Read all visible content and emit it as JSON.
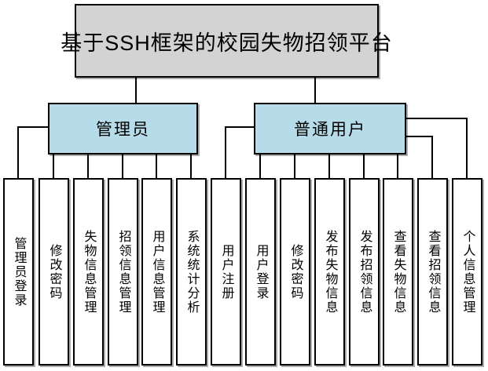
{
  "title": "基于SSH框架的校园失物招领平台",
  "branches": [
    {
      "label": "管理员",
      "children": [
        "管理员登录",
        "修改密码",
        "失物信息管理",
        "招领信息管理",
        "用户信息管理",
        "系统统计分析"
      ]
    },
    {
      "label": "普通用户",
      "children": [
        "用户注册",
        "用户登录",
        "修改密码",
        "发布失物信息",
        "发布招领信息",
        "查看失物信息",
        "查看招领信息",
        "个人信息管理"
      ]
    }
  ],
  "colors": {
    "root_fill": "#d3d3d3",
    "branch_fill": "#b5dce8",
    "leaf_fill": "#ffffff",
    "line": "#000000",
    "border": "#000000",
    "shadow": "#ababab"
  }
}
